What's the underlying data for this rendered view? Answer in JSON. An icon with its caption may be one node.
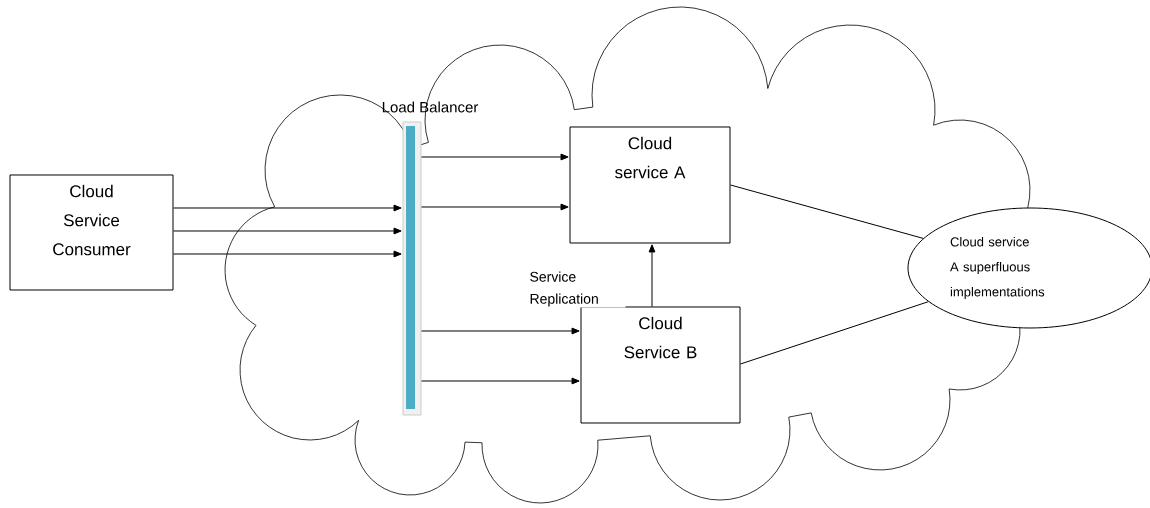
{
  "diagram": {
    "nodes": [
      {
        "text": [
          "Cloud Service Consumer"
        ]
      },
      {
        "text": [
          "Load Balancer"
        ]
      },
      {
        "text": [
          "Cloud service A"
        ]
      },
      {
        "text": [
          "Cloud Service B"
        ]
      },
      {
        "text": [
          "Cloud service A superfluous implementations"
        ]
      }
    ],
    "edges": [
      {
        "from": 0,
        "to": 1,
        "arrow": "to"
      },
      {
        "from": 0,
        "to": 1,
        "arrow": "to"
      },
      {
        "from": 0,
        "to": 1,
        "arrow": "to"
      },
      {
        "from": 1,
        "to": 2,
        "arrow": "to"
      },
      {
        "from": 1,
        "to": 2,
        "arrow": "to"
      },
      {
        "from": 1,
        "to": 3,
        "arrow": "to"
      },
      {
        "from": 1,
        "to": 3,
        "arrow": "to"
      },
      {
        "from": 3,
        "to": 2,
        "arrow": "to",
        "label": "Service Replication"
      },
      {
        "from": 2,
        "to": 4,
        "arrow": "none"
      },
      {
        "from": 3,
        "to": 4,
        "arrow": "none"
      }
    ]
  }
}
